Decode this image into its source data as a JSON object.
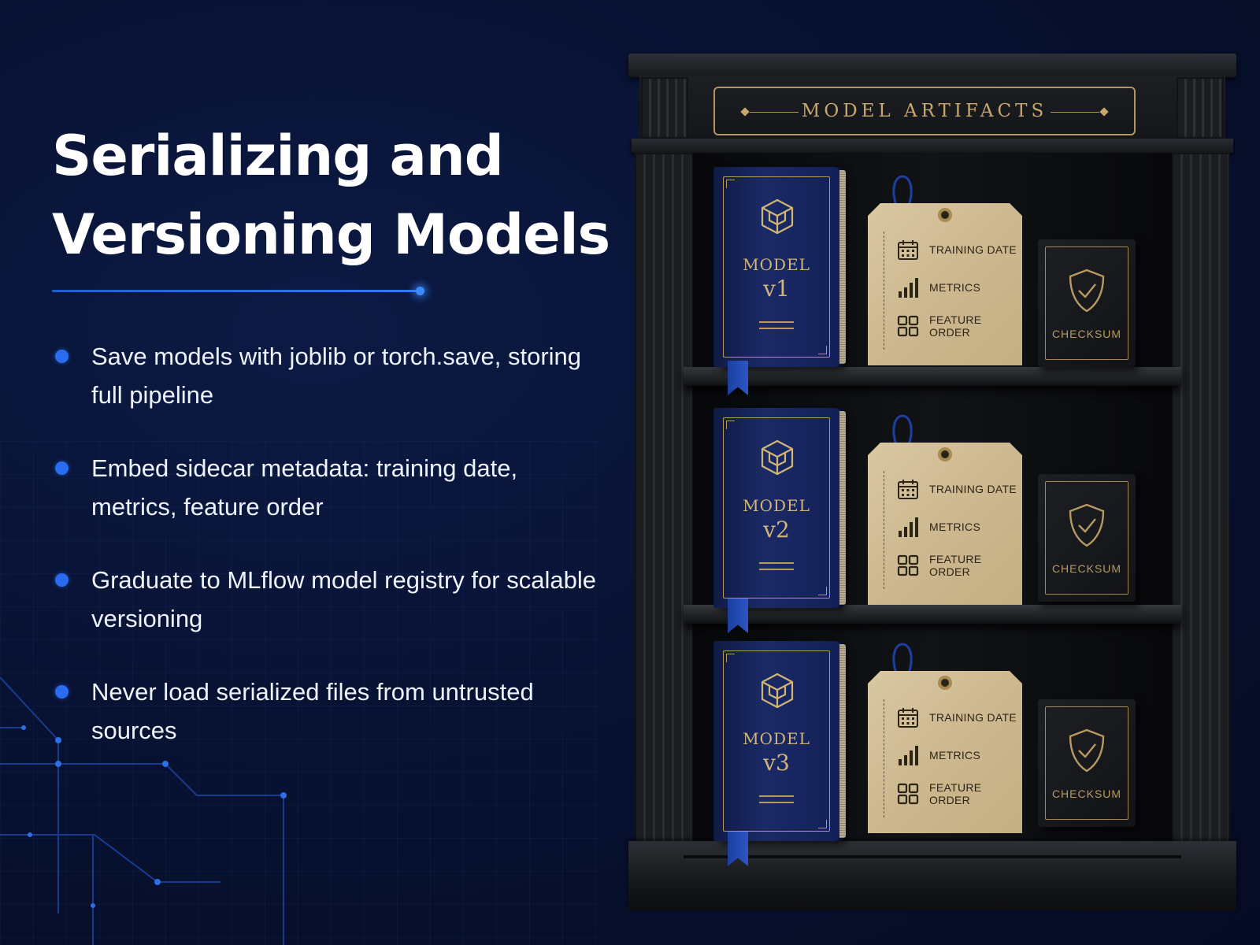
{
  "slide": {
    "title_line1": "Serializing and",
    "title_line2": "Versioning Models",
    "bullets": [
      "Save models with joblib or torch.save, storing full pipeline",
      "Embed sidecar metadata: training date, metrics, feature order",
      "Graduate to MLflow model registry for scalable versioning",
      "Never load serialized files from untrusted sources"
    ]
  },
  "bookcase": {
    "header": "MODEL ARTIFACTS",
    "shelves": [
      {
        "book_label": "MODEL",
        "book_version": "v1",
        "tag_items": [
          "TRAINING DATE",
          "METRICS",
          "FEATURE ORDER"
        ],
        "checksum_label": "CHECKSUM"
      },
      {
        "book_label": "MODEL",
        "book_version": "v2",
        "tag_items": [
          "TRAINING DATE",
          "METRICS",
          "FEATURE ORDER"
        ],
        "checksum_label": "CHECKSUM"
      },
      {
        "book_label": "MODEL",
        "book_version": "v3",
        "tag_items": [
          "TRAINING DATE",
          "METRICS",
          "FEATURE ORDER"
        ],
        "checksum_label": "CHECKSUM"
      }
    ]
  },
  "icons": {
    "book": "cube-icon",
    "tag_rows": [
      "calendar-icon",
      "bar-chart-icon",
      "grid-icon"
    ],
    "checksum": "shield-check-icon"
  },
  "colors": {
    "background": "#081233",
    "accent_blue": "#2a6cf0",
    "gold": "#c8a86d",
    "book_navy": "#1a2a66",
    "tag_kraft": "#d9c7a3"
  }
}
